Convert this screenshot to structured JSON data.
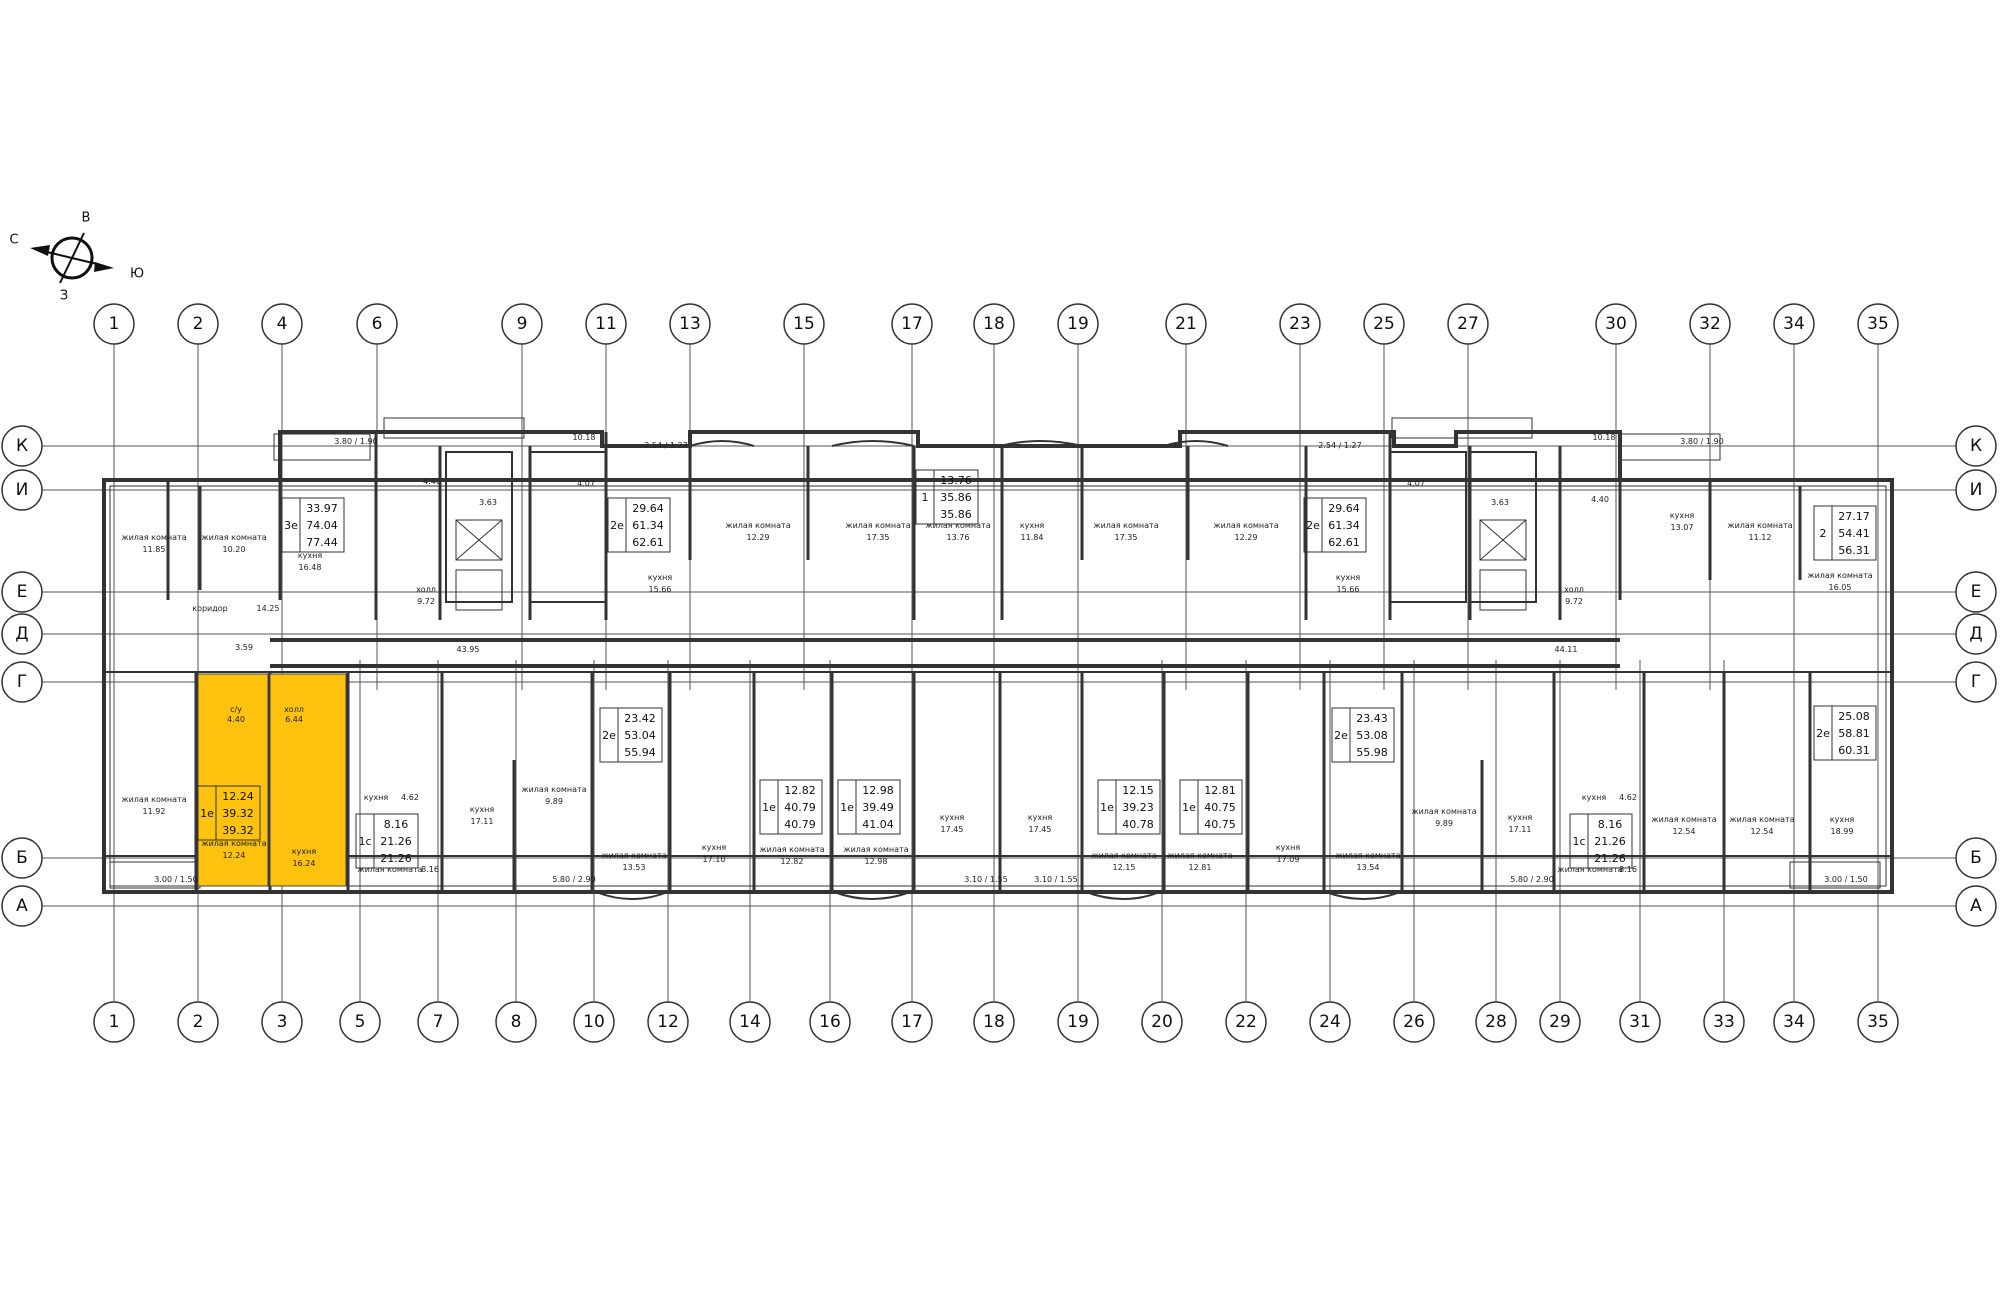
{
  "compass": {
    "north": "С",
    "east": "В",
    "south": "Ю",
    "west": "З"
  },
  "highlight_color": "#FFC20E",
  "axes": {
    "top": [
      "1",
      "2",
      "4",
      "6",
      "9",
      "11",
      "13",
      "15",
      "17",
      "18",
      "19",
      "21",
      "23",
      "25",
      "27",
      "30",
      "32",
      "34",
      "35"
    ],
    "bottom": [
      "1",
      "2",
      "3",
      "5",
      "7",
      "8",
      "10",
      "12",
      "14",
      "16",
      "17",
      "18",
      "19",
      "20",
      "22",
      "24",
      "26",
      "28",
      "29",
      "31",
      "33",
      "34",
      "35"
    ],
    "rows": [
      "К",
      "И",
      "Е",
      "Д",
      "Г",
      "Б",
      "А"
    ]
  },
  "apartments": [
    {
      "type": "3е",
      "living": "33.97",
      "total": "74.04",
      "with_balcony": "77.44"
    },
    {
      "type": "2е",
      "living": "29.64",
      "total": "61.34",
      "with_balcony": "62.61"
    },
    {
      "type": "1",
      "living": "13.76",
      "total": "35.86",
      "with_balcony": "35.86"
    },
    {
      "type": "2е",
      "living": "29.64",
      "total": "61.34",
      "with_balcony": "62.61"
    },
    {
      "type": "2",
      "living": "27.17",
      "total": "54.41",
      "with_balcony": "56.31"
    },
    {
      "type": "1е",
      "living": "12.24",
      "total": "39.32",
      "with_balcony": "39.32",
      "highlighted": true
    },
    {
      "type": "1с",
      "living": "8.16",
      "total": "21.26",
      "with_balcony": "21.26"
    },
    {
      "type": "2е",
      "living": "23.42",
      "total": "53.04",
      "with_balcony": "55.94"
    },
    {
      "type": "1е",
      "living": "12.82",
      "total": "40.79",
      "with_balcony": "40.79"
    },
    {
      "type": "1е",
      "living": "12.98",
      "total": "39.49",
      "with_balcony": "41.04"
    },
    {
      "type": "1е",
      "living": "12.15",
      "total": "39.23",
      "with_balcony": "40.78"
    },
    {
      "type": "1е",
      "living": "12.81",
      "total": "40.75",
      "with_balcony": "40.75"
    },
    {
      "type": "2е",
      "living": "23.43",
      "total": "53.08",
      "with_balcony": "55.98"
    },
    {
      "type": "1с",
      "living": "8.16",
      "total": "21.26",
      "with_balcony": "21.26"
    },
    {
      "type": "2е",
      "living": "25.08",
      "total": "58.81",
      "with_balcony": "60.31"
    }
  ],
  "rooms_north": [
    {
      "name": "жилая комната",
      "area": "11.85"
    },
    {
      "name": "жилая комната",
      "area": "10.20"
    },
    {
      "name": "кухня",
      "area": "16.48"
    },
    {
      "name": "холл",
      "area": "9.72"
    },
    {
      "name": "кухня",
      "area": "15.66"
    },
    {
      "name": "жилая комната",
      "area": "12.29"
    },
    {
      "name": "жилая комната",
      "area": "17.35"
    },
    {
      "name": "жилая комната",
      "area": "13.76"
    },
    {
      "name": "кухня",
      "area": "11.84"
    },
    {
      "name": "жилая комната",
      "area": "17.35"
    },
    {
      "name": "жилая комната",
      "area": "12.29"
    },
    {
      "name": "кухня",
      "area": "15.66"
    },
    {
      "name": "холл",
      "area": "9.72"
    },
    {
      "name": "кухня",
      "area": "13.07"
    },
    {
      "name": "жилая комната",
      "area": "11.12"
    },
    {
      "name": "жилая комната",
      "area": "16.05"
    }
  ],
  "rooms_south": [
    {
      "name": "жилая комната",
      "area": "11.92"
    },
    {
      "name": "жилая комната",
      "area": "12.24"
    },
    {
      "name": "кухня",
      "area": "16.24"
    },
    {
      "name": "кухня",
      "area": "17.11"
    },
    {
      "name": "жилая комната",
      "area": "9.89"
    },
    {
      "name": "жилая комната",
      "area": "13.53"
    },
    {
      "name": "кухня",
      "area": "17.10"
    },
    {
      "name": "жилая комната",
      "area": "12.82"
    },
    {
      "name": "жилая комната",
      "area": "12.98"
    },
    {
      "name": "кухня",
      "area": "17.45"
    },
    {
      "name": "кухня",
      "area": "17.45"
    },
    {
      "name": "жилая комната",
      "area": "12.15"
    },
    {
      "name": "жилая комната",
      "area": "12.81"
    },
    {
      "name": "кухня",
      "area": "17.09"
    },
    {
      "name": "жилая комната",
      "area": "13.54"
    },
    {
      "name": "жилая комната",
      "area": "9.89"
    },
    {
      "name": "кухня",
      "area": "17.11"
    },
    {
      "name": "жилая комната",
      "area": "12.54"
    },
    {
      "name": "жилая комната",
      "area": "12.54"
    },
    {
      "name": "кухня",
      "area": "18.99"
    }
  ],
  "misc_labels": {
    "corridor": "коридор",
    "corridor_area_1": "14.25",
    "corridor_area_2": "43.95",
    "corridor_area_3": "44.11",
    "hall_highlight": "холл",
    "hall_highlight_area": "6.44",
    "bath_highlight": "с/у",
    "bath_highlight_area": "4.40",
    "studio_room": "жилая комната",
    "studio_area_1": "8.16",
    "studio_area_2": "8.16",
    "kitchen_small": "кухня",
    "kitchen_small_area": "4.62",
    "balcony_top_left": "3.80 / 1.90",
    "balcony_top_right": "3.80 / 1.90",
    "balcony_bottom_left": "3.00 / 1.50",
    "balcony_bottom_right": "3.00 / 1.50",
    "balcony_mid_1": "5.80 / 2.90",
    "balcony_mid_2": "5.80 / 2.90",
    "balcony_3": "3.10 / 1.55",
    "balcony_4": "3.10 / 1.55",
    "balcony_5": "2.54 / 1.27",
    "balcony_6": "2.54 / 1.27",
    "stair_1": "10.18",
    "stair_2": "10.18",
    "lift_1": "3.63",
    "lift_2": "3.63",
    "lift_hall_1": "4.07",
    "lift_hall_2": "4.07",
    "hall_1": "4.40",
    "hall_2": "4.40",
    "hall_3": "3.59"
  }
}
